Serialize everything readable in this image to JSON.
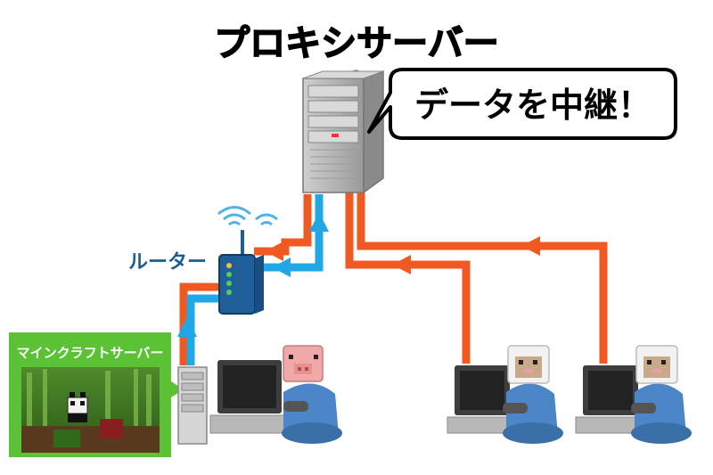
{
  "title": "プロキシサーバー",
  "speech_bubble": "データを中継！",
  "router_label": "ルーター",
  "mc_server_label": "マインクラフトサーバー",
  "colors": {
    "outgoing_line": "#f05a22",
    "incoming_line": "#22a7e6",
    "server_body": "#a8a8a8",
    "router_body": "#1f5f99",
    "label_text": "#1d5d94",
    "mc_label_bg": "#5bc236"
  },
  "nodes": [
    {
      "name": "proxy-server",
      "icon": "server-tower-icon"
    },
    {
      "name": "router",
      "icon": "wifi-router-icon"
    },
    {
      "name": "player-pig",
      "icon": "pig-head-gamer-icon"
    },
    {
      "name": "player-sheep-1",
      "icon": "sheep-head-gamer-icon"
    },
    {
      "name": "player-sheep-2",
      "icon": "sheep-head-gamer-icon"
    }
  ]
}
